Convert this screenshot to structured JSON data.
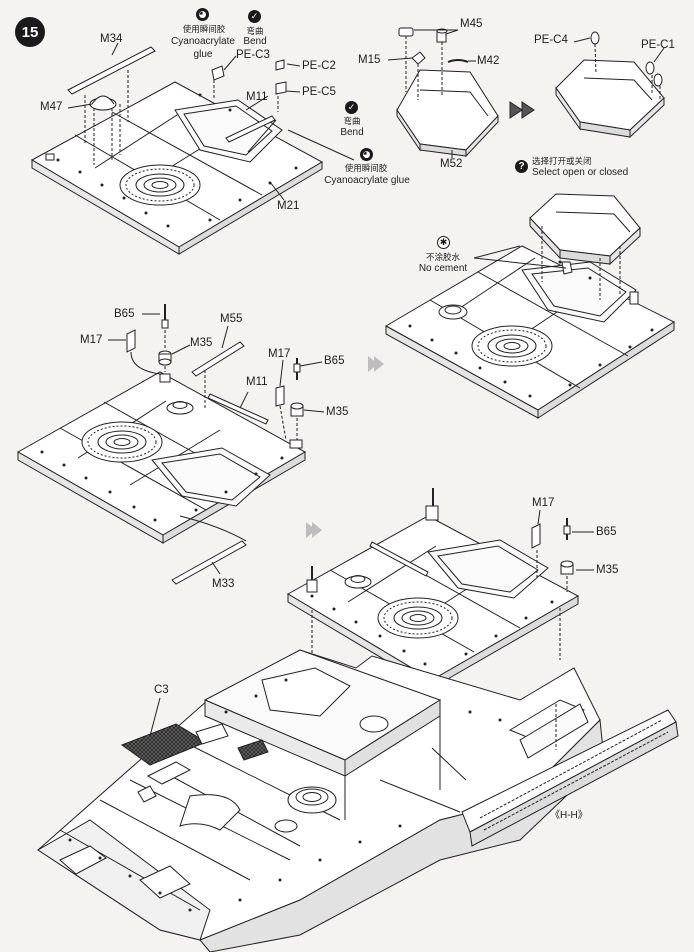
{
  "step": {
    "number": "15"
  },
  "callouts": {
    "glue_cn": "使用瞬间胶",
    "glue_en_1": "Cyanoacrylate",
    "glue_en_2": "glue",
    "bend_cn": "弯曲",
    "bend_en": "Bend",
    "glue2_cn": "使用瞬间胶",
    "glue2_en": "Cyanoacrylate glue",
    "bend2_cn": "弯曲",
    "bend2_en": "Bend",
    "select_cn": "选择打开或关闭",
    "select_en": "Select open or closed",
    "nocement_cn": "不涂胶水",
    "nocement_en": "No cement"
  },
  "parts": {
    "m34": "M34",
    "m47": "M47",
    "pe_c3": "PE-C3",
    "pe_c2": "PE-C2",
    "m11_top": "M11",
    "pe_c5": "PE-C5",
    "m21": "M21",
    "m45": "M45",
    "m15": "M15",
    "m42": "M42",
    "m52": "M52",
    "pe_c4": "PE-C4",
    "pe_c1": "PE-C1",
    "b65_a": "B65",
    "m17_a": "M17",
    "m35_a": "M35",
    "m55": "M55",
    "m11_mid": "M11",
    "m17_b": "M17",
    "b65_b": "B65",
    "m35_b": "M35",
    "m33": "M33",
    "m17_c": "M17",
    "b65_c": "B65",
    "m35_c": "M35",
    "c3": "C3",
    "hh": "《H-H》"
  },
  "colors": {
    "ink": "#222222",
    "paper": "#f4f3f0",
    "panel_fill": "#ffffff",
    "dark_fill": "#2a2a2a"
  }
}
